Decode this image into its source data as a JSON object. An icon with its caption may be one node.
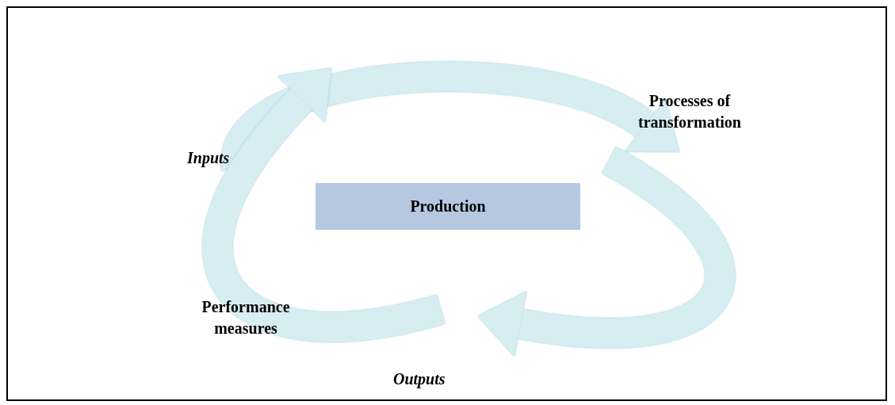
{
  "diagram": {
    "nodes": [
      {
        "text": [
          "Production"
        ]
      },
      {
        "text": [
          "Inputs"
        ]
      },
      {
        "text": [
          "Processes of transformation"
        ]
      },
      {
        "text": [
          "Outputs"
        ]
      }
    ],
    "edges": [
      {
        "from": 1,
        "to": 2,
        "arrow": "to"
      },
      {
        "from": 2,
        "to": 3,
        "arrow": "to"
      },
      {
        "from": 3,
        "to": 1,
        "arrow": "to"
      }
    ],
    "labels": [
      "Performance measures"
    ]
  }
}
